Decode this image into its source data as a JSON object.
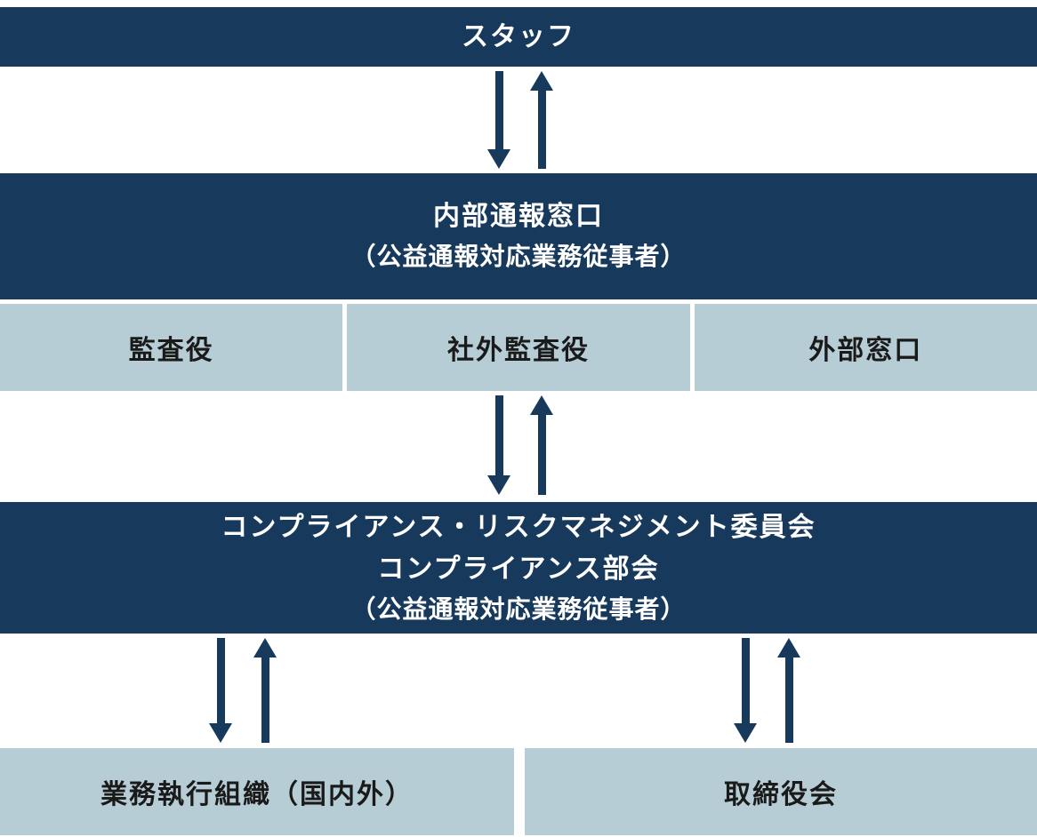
{
  "colors": {
    "navy": "#17395c",
    "light_cell": "#b7cdd5",
    "text_on_navy": "#ffffff",
    "text_on_light": "#1a1a1a",
    "background": "#ffffff"
  },
  "nodes": {
    "staff": {
      "label": "スタッフ"
    },
    "internal_hotline": {
      "line1": "内部通報窓口",
      "line2": "（公益通報対応業務従事者）"
    },
    "auditor": {
      "label": "監査役"
    },
    "outside_auditor": {
      "label": "社外監査役"
    },
    "external_hotline": {
      "label": "外部窓口"
    },
    "committee": {
      "line1": "コンプライアンス・リスクマネジメント委員会",
      "line2": "コンプライアンス部会",
      "line3": "（公益通報対応業務従事者）"
    },
    "business_org": {
      "label": "業務執行組織（国内外）"
    },
    "board": {
      "label": "取締役会"
    }
  }
}
